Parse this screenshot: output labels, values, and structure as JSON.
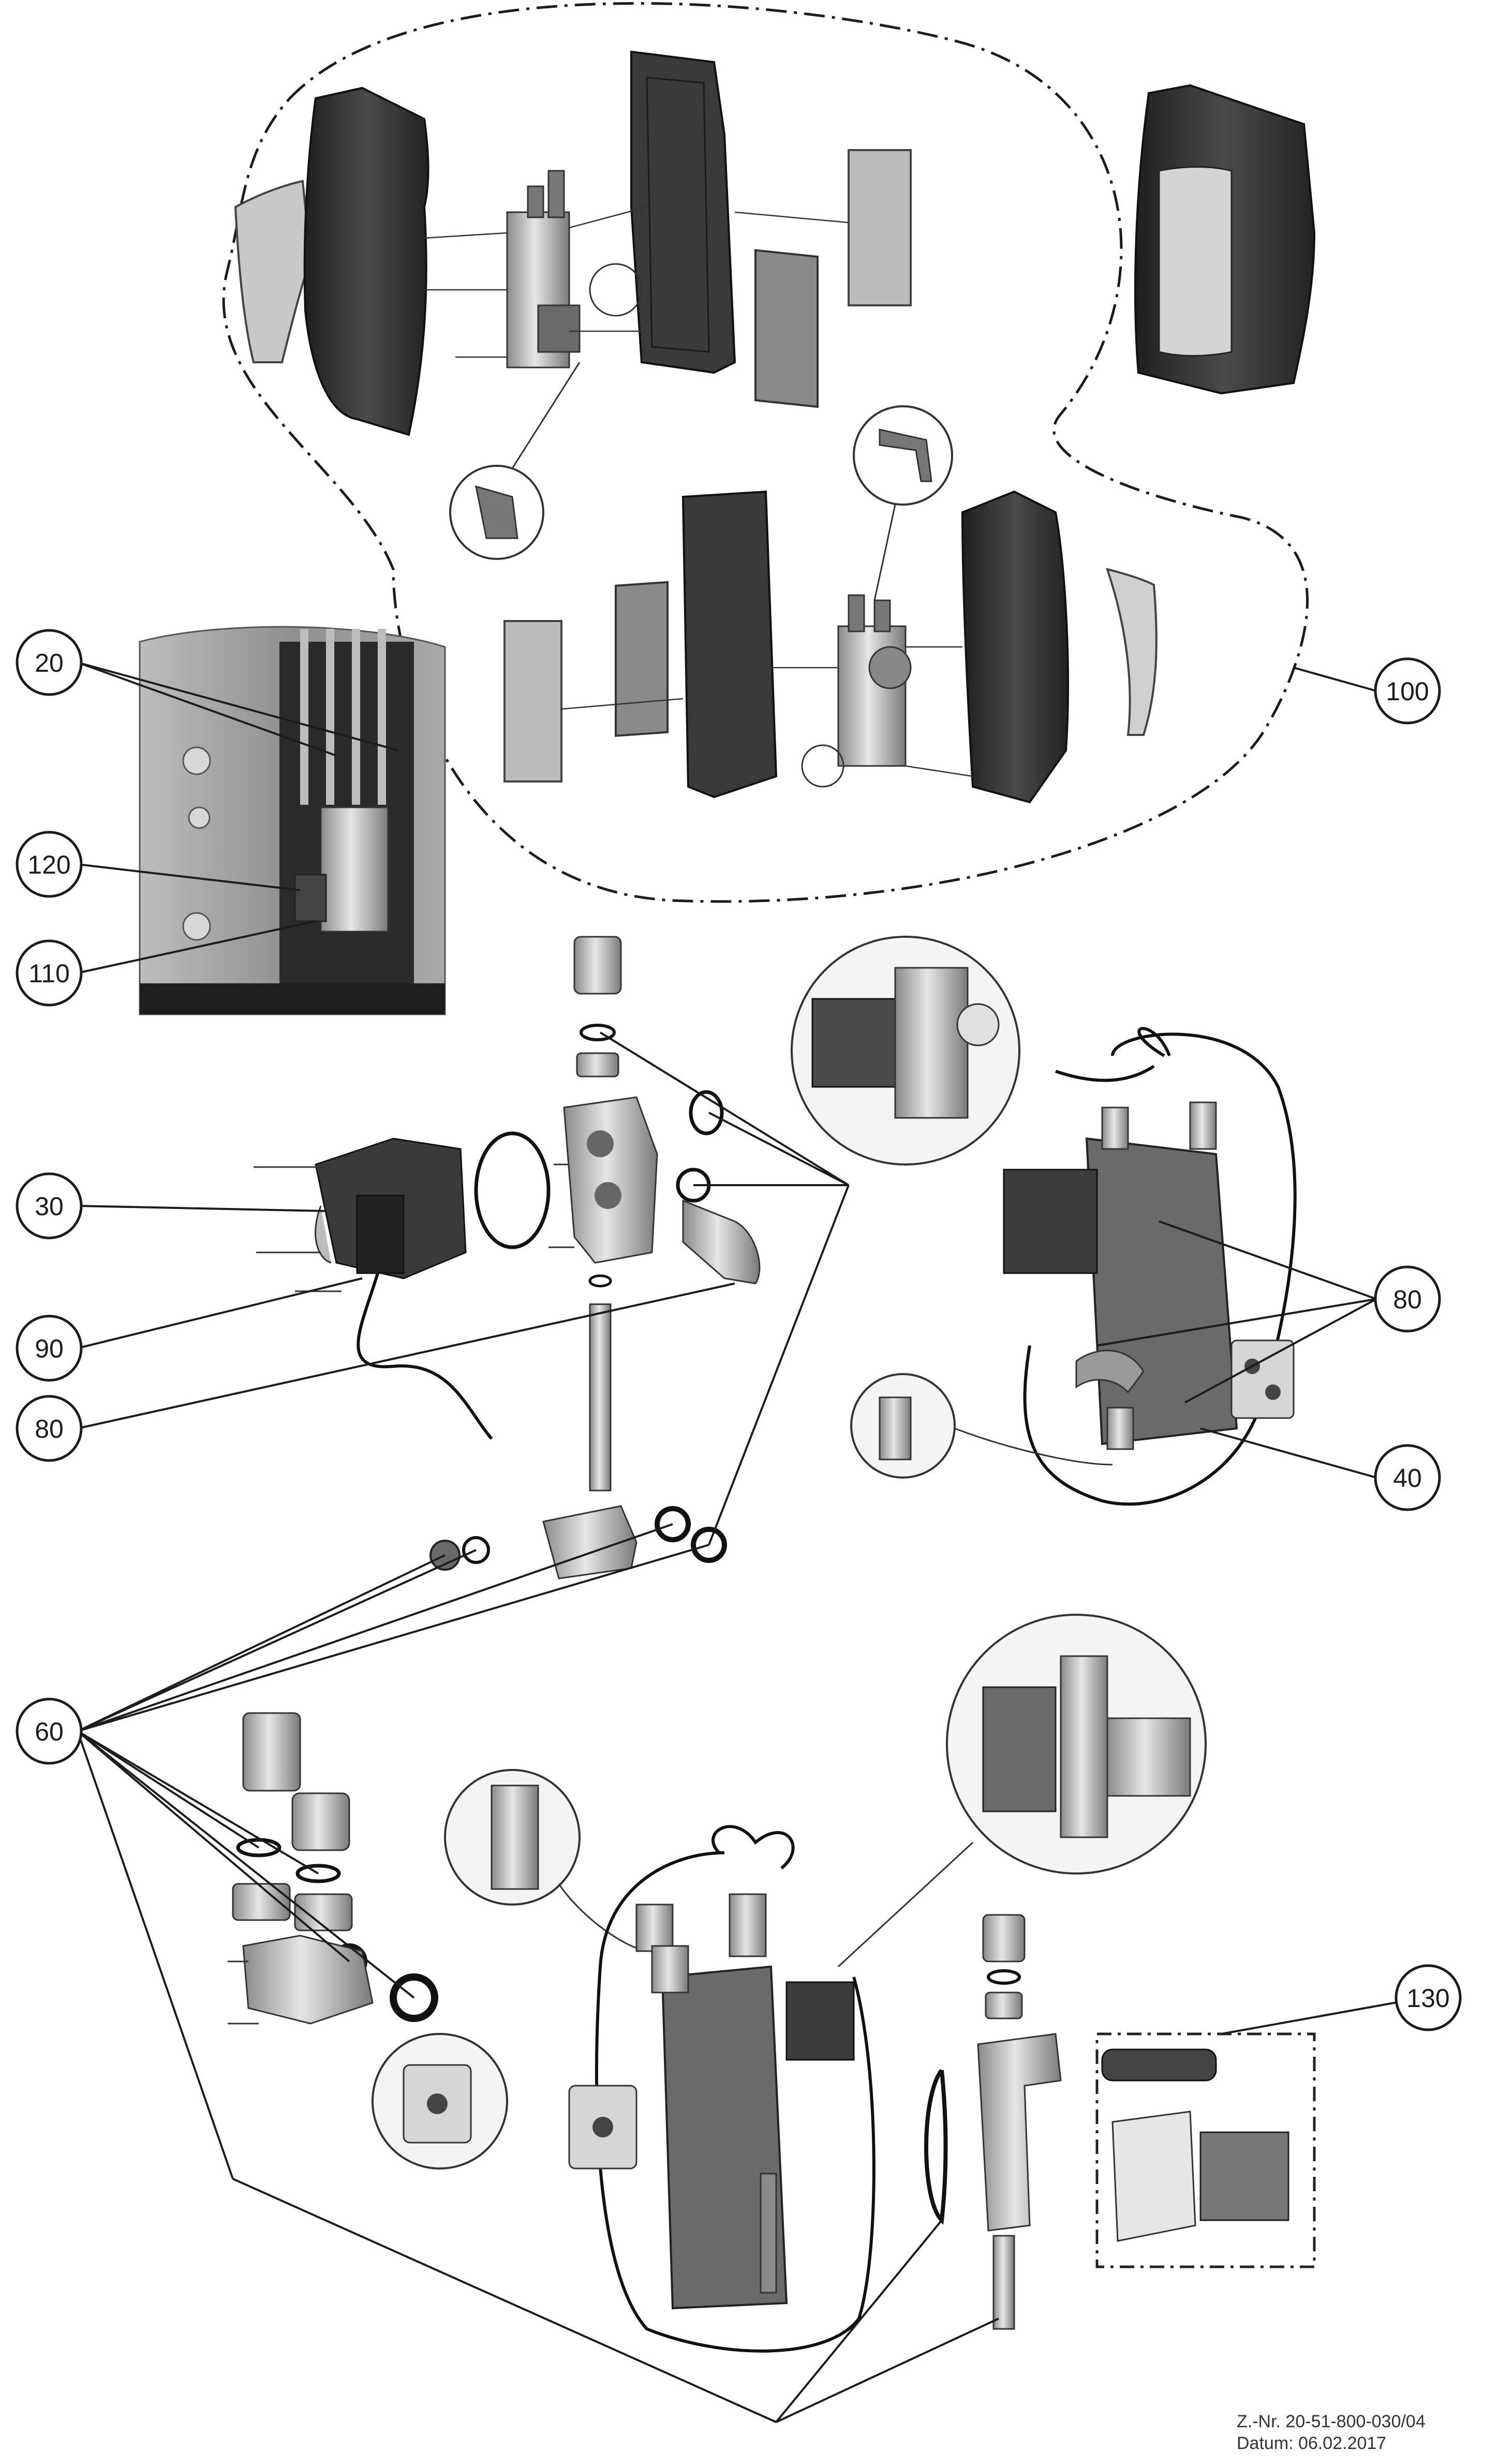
{
  "callouts": [
    {
      "id": "c20",
      "label": "20"
    },
    {
      "id": "c120",
      "label": "120"
    },
    {
      "id": "c110",
      "label": "110"
    },
    {
      "id": "c100",
      "label": "100"
    },
    {
      "id": "c30",
      "label": "30"
    },
    {
      "id": "c90",
      "label": "90"
    },
    {
      "id": "c80a",
      "label": "80"
    },
    {
      "id": "c80b",
      "label": "80"
    },
    {
      "id": "c40",
      "label": "40"
    },
    {
      "id": "c60",
      "label": "60"
    },
    {
      "id": "c130",
      "label": "130"
    }
  ],
  "footer": {
    "drawing_number": "Z.-Nr. 20-51-800-030/04",
    "date": "Datum: 06.02.2017"
  },
  "colors": {
    "line": "#1c1c1c",
    "dark_part": "#2e2e2e",
    "mid_part": "#6e6e6e",
    "light_part": "#bdbdbd",
    "photo_bg": "#9c9c9c"
  }
}
